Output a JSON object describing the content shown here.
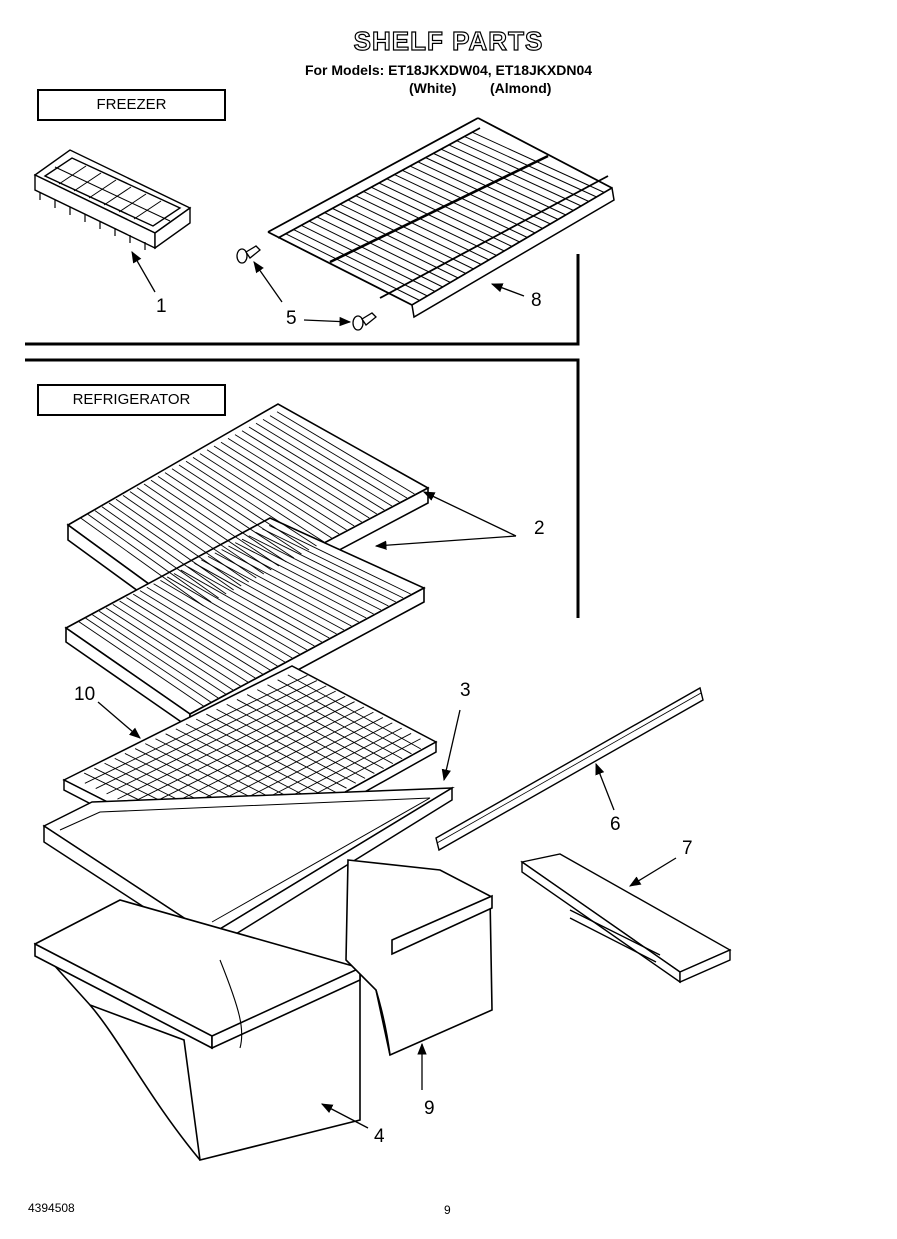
{
  "header": {
    "title": "SHELF PARTS",
    "models_line": "For Models: ET18JKXDW04, ET18JKXDN04",
    "variant_white": "(White)",
    "variant_almond": "(Almond)"
  },
  "sections": {
    "freezer": "FREEZER",
    "refrigerator": "REFRIGERATOR"
  },
  "callouts": {
    "c1": "1",
    "c2": "2",
    "c3": "3",
    "c4": "4",
    "c5": "5",
    "c6": "6",
    "c7": "7",
    "c8": "8",
    "c9": "9",
    "c10": "10"
  },
  "footer": {
    "part_number": "4394508",
    "page_number": "9"
  }
}
